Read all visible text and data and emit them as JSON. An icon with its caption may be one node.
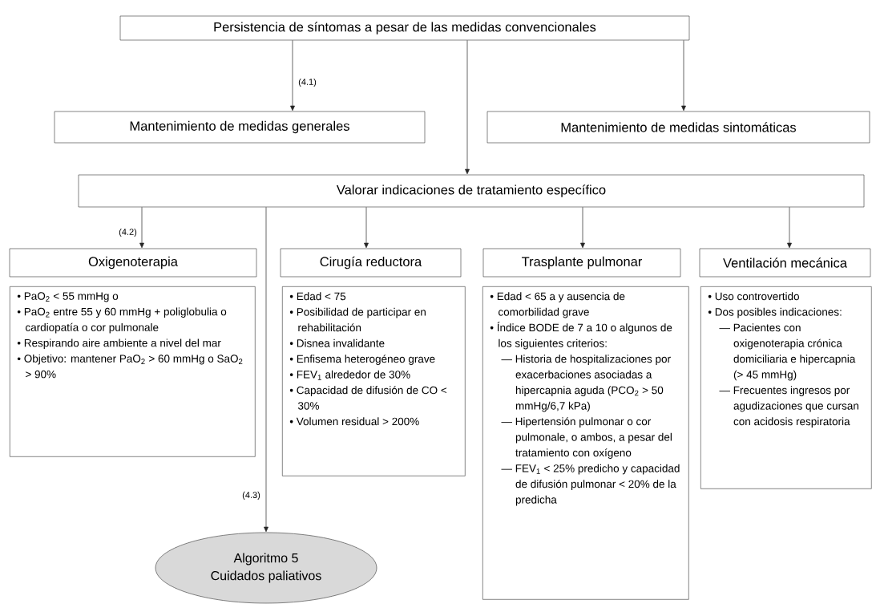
{
  "diagram": {
    "nodes": [
      {
        "text": [
          "Persistencia de síntomas a pesar de las medidas convencionales"
        ]
      },
      {
        "text": [
          "Mantenimiento de medidas generales"
        ]
      },
      {
        "text": [
          "Mantenimiento de medidas sintomáticas"
        ]
      },
      {
        "text": [
          "Valorar indicaciones de tratamiento específico"
        ]
      },
      {
        "text": [
          "Oxigenoterapia"
        ]
      },
      {
        "text": [
          "Cirugía reductora"
        ]
      },
      {
        "text": [
          "Trasplante pulmonar"
        ]
      },
      {
        "text": [
          "Ventilación mecánica"
        ]
      },
      {
        "text": [
          "• PaO$_{2}$ < 55 mmHg o",
          "• PaO$_{2}$ entre 55 y 60 mmHg + poliglobulia o cardiopatía o cor pulmonale",
          "• Respirando aire ambiente a nivel del mar",
          "• Objetivo: mantener PaO$_{2}$ > 60 mmHg o SaO$_{2}$ > 90%"
        ]
      },
      {
        "text": [
          "• Edad < 75",
          "• Posibilidad de participar en rehabilitación",
          "• Disnea invalidante",
          "• Enfisema heterogéneo grave",
          "• FEV$_{1}$ alrededor de 30%",
          "• Capacidad de difusión de CO < 30%",
          "• Volumen residual > 200%"
        ]
      },
      {
        "text": [
          "• Edad < 65 a y ausencia de comorbilidad grave",
          "• Índice BODE de 7 a 10 o algunos de los siguientes criterios:",
          "— Historia de hospitalizaciones por exacerbaciones asociadas a hipercapnia aguda (PCO$_{2}$ > 50 mmHg/6,7 kPa)",
          "— Hipertensión pulmonar o cor pulmonale, o ambos, a pesar del tratamiento con oxígeno",
          "— FEV$_{1}$ < 25% predicho y capacidad de difusión pulmonar < 20% de la predicha"
        ]
      },
      {
        "text": [
          "• Uso controvertido",
          "• Dos posibles indicaciones:",
          "— Pacientes con oxigenoterapia crónica domiciliaria e hipercapnia (> 45 mmHg)",
          "— Frecuentes ingresos por agudizaciones que cursan con acidosis respiratoria"
        ]
      },
      {
        "text": [
          "Algoritmo 5",
          "Cuidados paliativos"
        ]
      }
    ],
    "edges": [
      {
        "from": 0,
        "to": 1,
        "arrow": "to",
        "label": "(4.1)"
      },
      {
        "from": 0,
        "to": 2,
        "arrow": "to"
      },
      {
        "from": 0,
        "to": 3,
        "arrow": "to"
      },
      {
        "from": 3,
        "to": 4,
        "arrow": "to",
        "label": "(4.2)"
      },
      {
        "from": 3,
        "to": 5,
        "arrow": "to"
      },
      {
        "from": 3,
        "to": 6,
        "arrow": "to"
      },
      {
        "from": 3,
        "to": 7,
        "arrow": "to"
      },
      {
        "from": 3,
        "to": 12,
        "arrow": "to",
        "label": "(4.3)"
      }
    ]
  }
}
